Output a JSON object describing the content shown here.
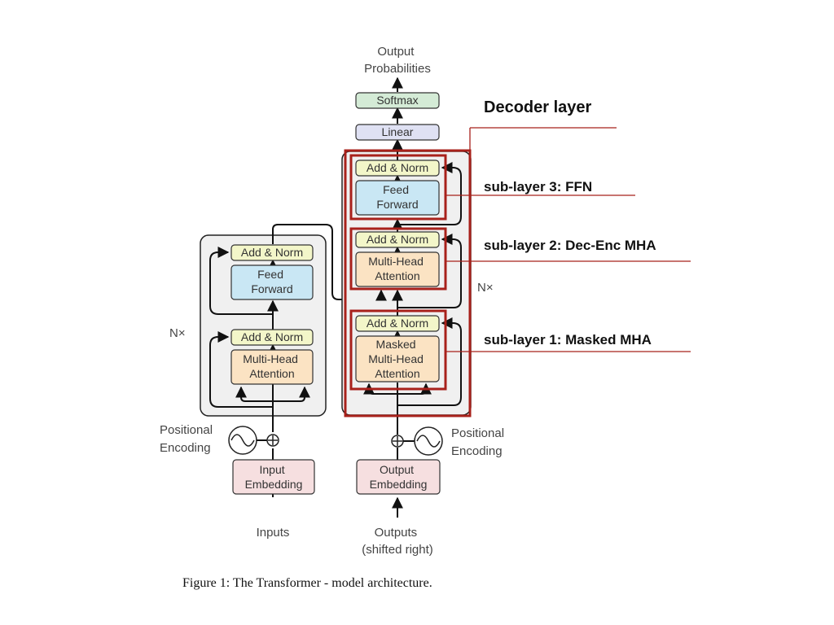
{
  "figure": {
    "caption": "Figure 1: The Transformer - model architecture."
  },
  "encoder": {
    "add_norm_top": "Add & Norm",
    "feed_forward": [
      "Feed",
      "Forward"
    ],
    "add_norm_bottom": "Add & Norm",
    "attention": [
      "Multi-Head",
      "Attention"
    ],
    "repeat_label": "N×",
    "positional_encoding": [
      "Positional",
      "Encoding"
    ],
    "embedding": [
      "Input",
      "Embedding"
    ],
    "input_label": "Inputs"
  },
  "decoder": {
    "add_norm_ffn": "Add & Norm",
    "feed_forward": [
      "Feed",
      "Forward"
    ],
    "add_norm_cross": "Add & Norm",
    "cross_attention": [
      "Multi-Head",
      "Attention"
    ],
    "add_norm_masked": "Add & Norm",
    "masked_attention": [
      "Masked",
      "Multi-Head",
      "Attention"
    ],
    "repeat_label": "N×",
    "positional_encoding": [
      "Positional",
      "Encoding"
    ],
    "embedding": [
      "Output",
      "Embedding"
    ],
    "input_label": [
      "Outputs",
      "(shifted right)"
    ]
  },
  "head": {
    "linear": "Linear",
    "softmax": "Softmax",
    "output_label": [
      "Output",
      "Probabilities"
    ]
  },
  "annotations": {
    "decoder_layer": "Decoder layer",
    "sub_layer_3": "sub-layer 3: FFN",
    "sub_layer_2": "sub-layer 2: Dec-Enc MHA",
    "sub_layer_1": "sub-layer 1: Masked MHA"
  },
  "colors": {
    "add_norm_fill": "#f3f6c9",
    "feed_forward_fill": "#c9e7f4",
    "attention_fill": "#fbe3c3",
    "embedding_fill": "#f6dfe0",
    "linear_fill": "#dfe1f3",
    "softmax_fill": "#d4ebd6",
    "stack_fill": "#f0f0f0",
    "highlight_red": "#a8211b"
  }
}
